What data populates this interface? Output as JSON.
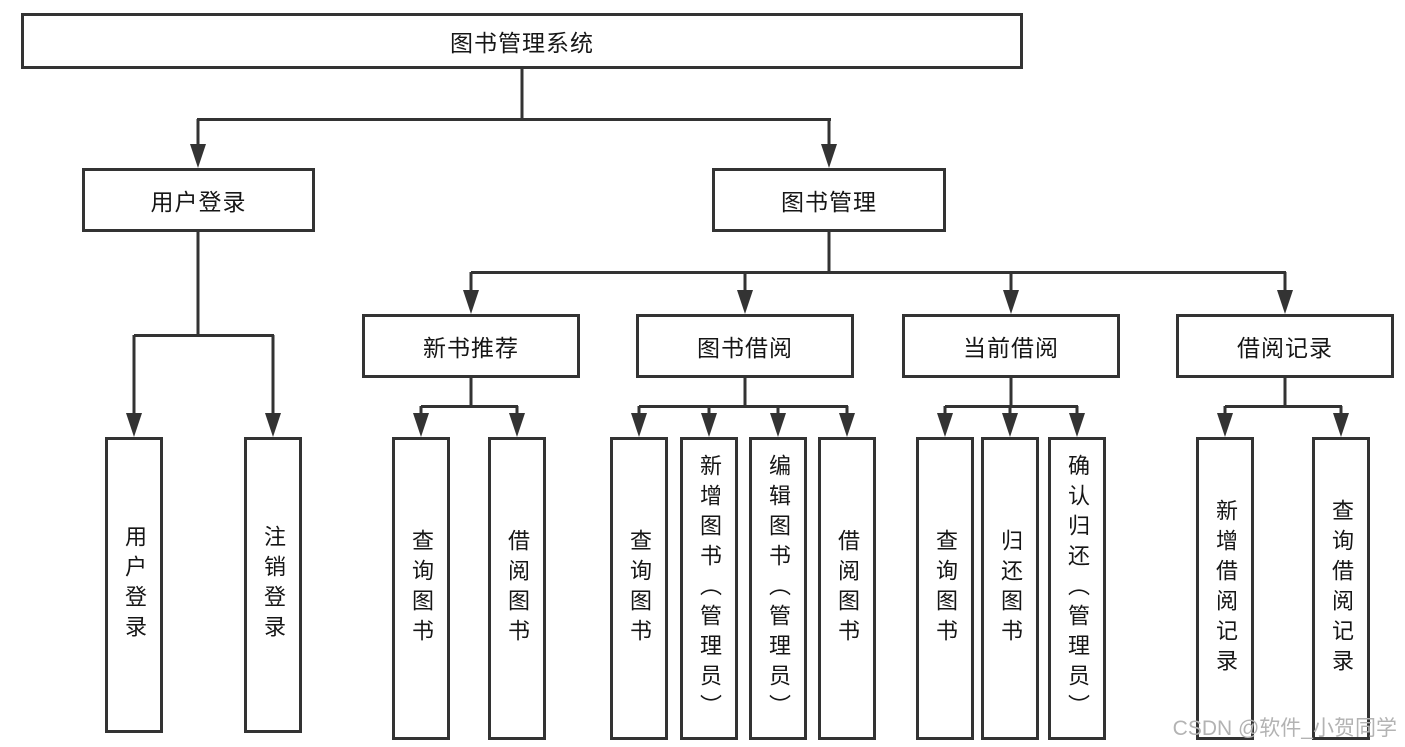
{
  "diagram": {
    "root": "图书管理系统",
    "branches": [
      {
        "label": "用户登录",
        "children": [
          {
            "label": "用户登录"
          },
          {
            "label": "注销登录"
          }
        ]
      },
      {
        "label": "图书管理",
        "children": [
          {
            "label": "新书推荐",
            "children": [
              {
                "label": "查询图书"
              },
              {
                "label": "借阅图书"
              }
            ]
          },
          {
            "label": "图书借阅",
            "children": [
              {
                "label": "查询图书"
              },
              {
                "label": "新增图书（管理员）"
              },
              {
                "label": "编辑图书（管理员）"
              },
              {
                "label": "借阅图书"
              }
            ]
          },
          {
            "label": "当前借阅",
            "children": [
              {
                "label": "查询图书"
              },
              {
                "label": "归还图书"
              },
              {
                "label": "确认归还（管理员）"
              }
            ]
          },
          {
            "label": "借阅记录",
            "children": [
              {
                "label": "新增借阅记录"
              },
              {
                "label": "查询借阅记录"
              }
            ]
          }
        ]
      }
    ],
    "watermark": "CSDN @软件_小贺同学",
    "colors": {
      "line": "#333333",
      "box_border": "#333333",
      "box_fill": "#ffffff",
      "text": "#161616",
      "watermark": "#b3b3b3",
      "background": "#ffffff"
    }
  }
}
